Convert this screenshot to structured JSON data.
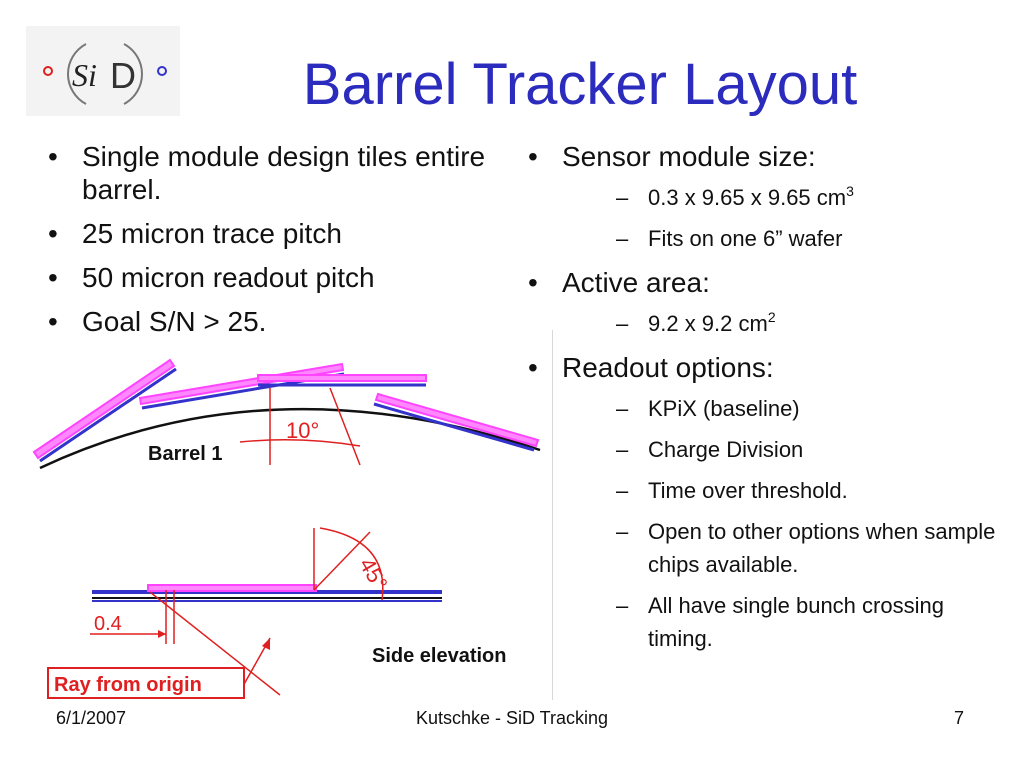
{
  "logo": {
    "text_si": "Si",
    "text_d": "D"
  },
  "title": "Barrel Tracker Layout",
  "left_bullets": [
    {
      "text": "Single module design tiles entire barrel."
    },
    {
      "text": "25 micron trace pitch"
    },
    {
      "text": "50 micron readout pitch"
    },
    {
      "text": "Goal S/N > 25."
    }
  ],
  "right_bullets": {
    "b0": {
      "text": "Sensor module size:",
      "sub": [
        {
          "text": "0.3 x 9.65 x 9.65 cm",
          "sup": "3"
        },
        {
          "text": "Fits on one 6” wafer"
        }
      ]
    },
    "b1": {
      "text": "Active area:",
      "sub": [
        {
          "text": "9.2 x 9.2 cm",
          "sup": "2"
        }
      ]
    },
    "b2": {
      "text": "Readout options:",
      "sub": [
        {
          "text": "KPiX (baseline)"
        },
        {
          "text": "Charge Division"
        },
        {
          "text": "Time over threshold."
        },
        {
          "text": "Open to other options when sample chips available."
        },
        {
          "text": "All have single bunch crossing timing."
        }
      ]
    }
  },
  "diagram_labels": {
    "barrel": "Barrel 1",
    "angle_top": "10°",
    "angle_bottom": "45°",
    "dimension": "0.4",
    "side_elevation": "Side elevation",
    "ray": "Ray from origin"
  },
  "colors": {
    "title": "#2b2bbd",
    "module_pink": "#ff44ff",
    "module_blue": "#3333cc",
    "annotation_red": "#e02020"
  },
  "footer": {
    "date": "6/1/2007",
    "center": "Kutschke - SiD Tracking",
    "page": "7"
  }
}
